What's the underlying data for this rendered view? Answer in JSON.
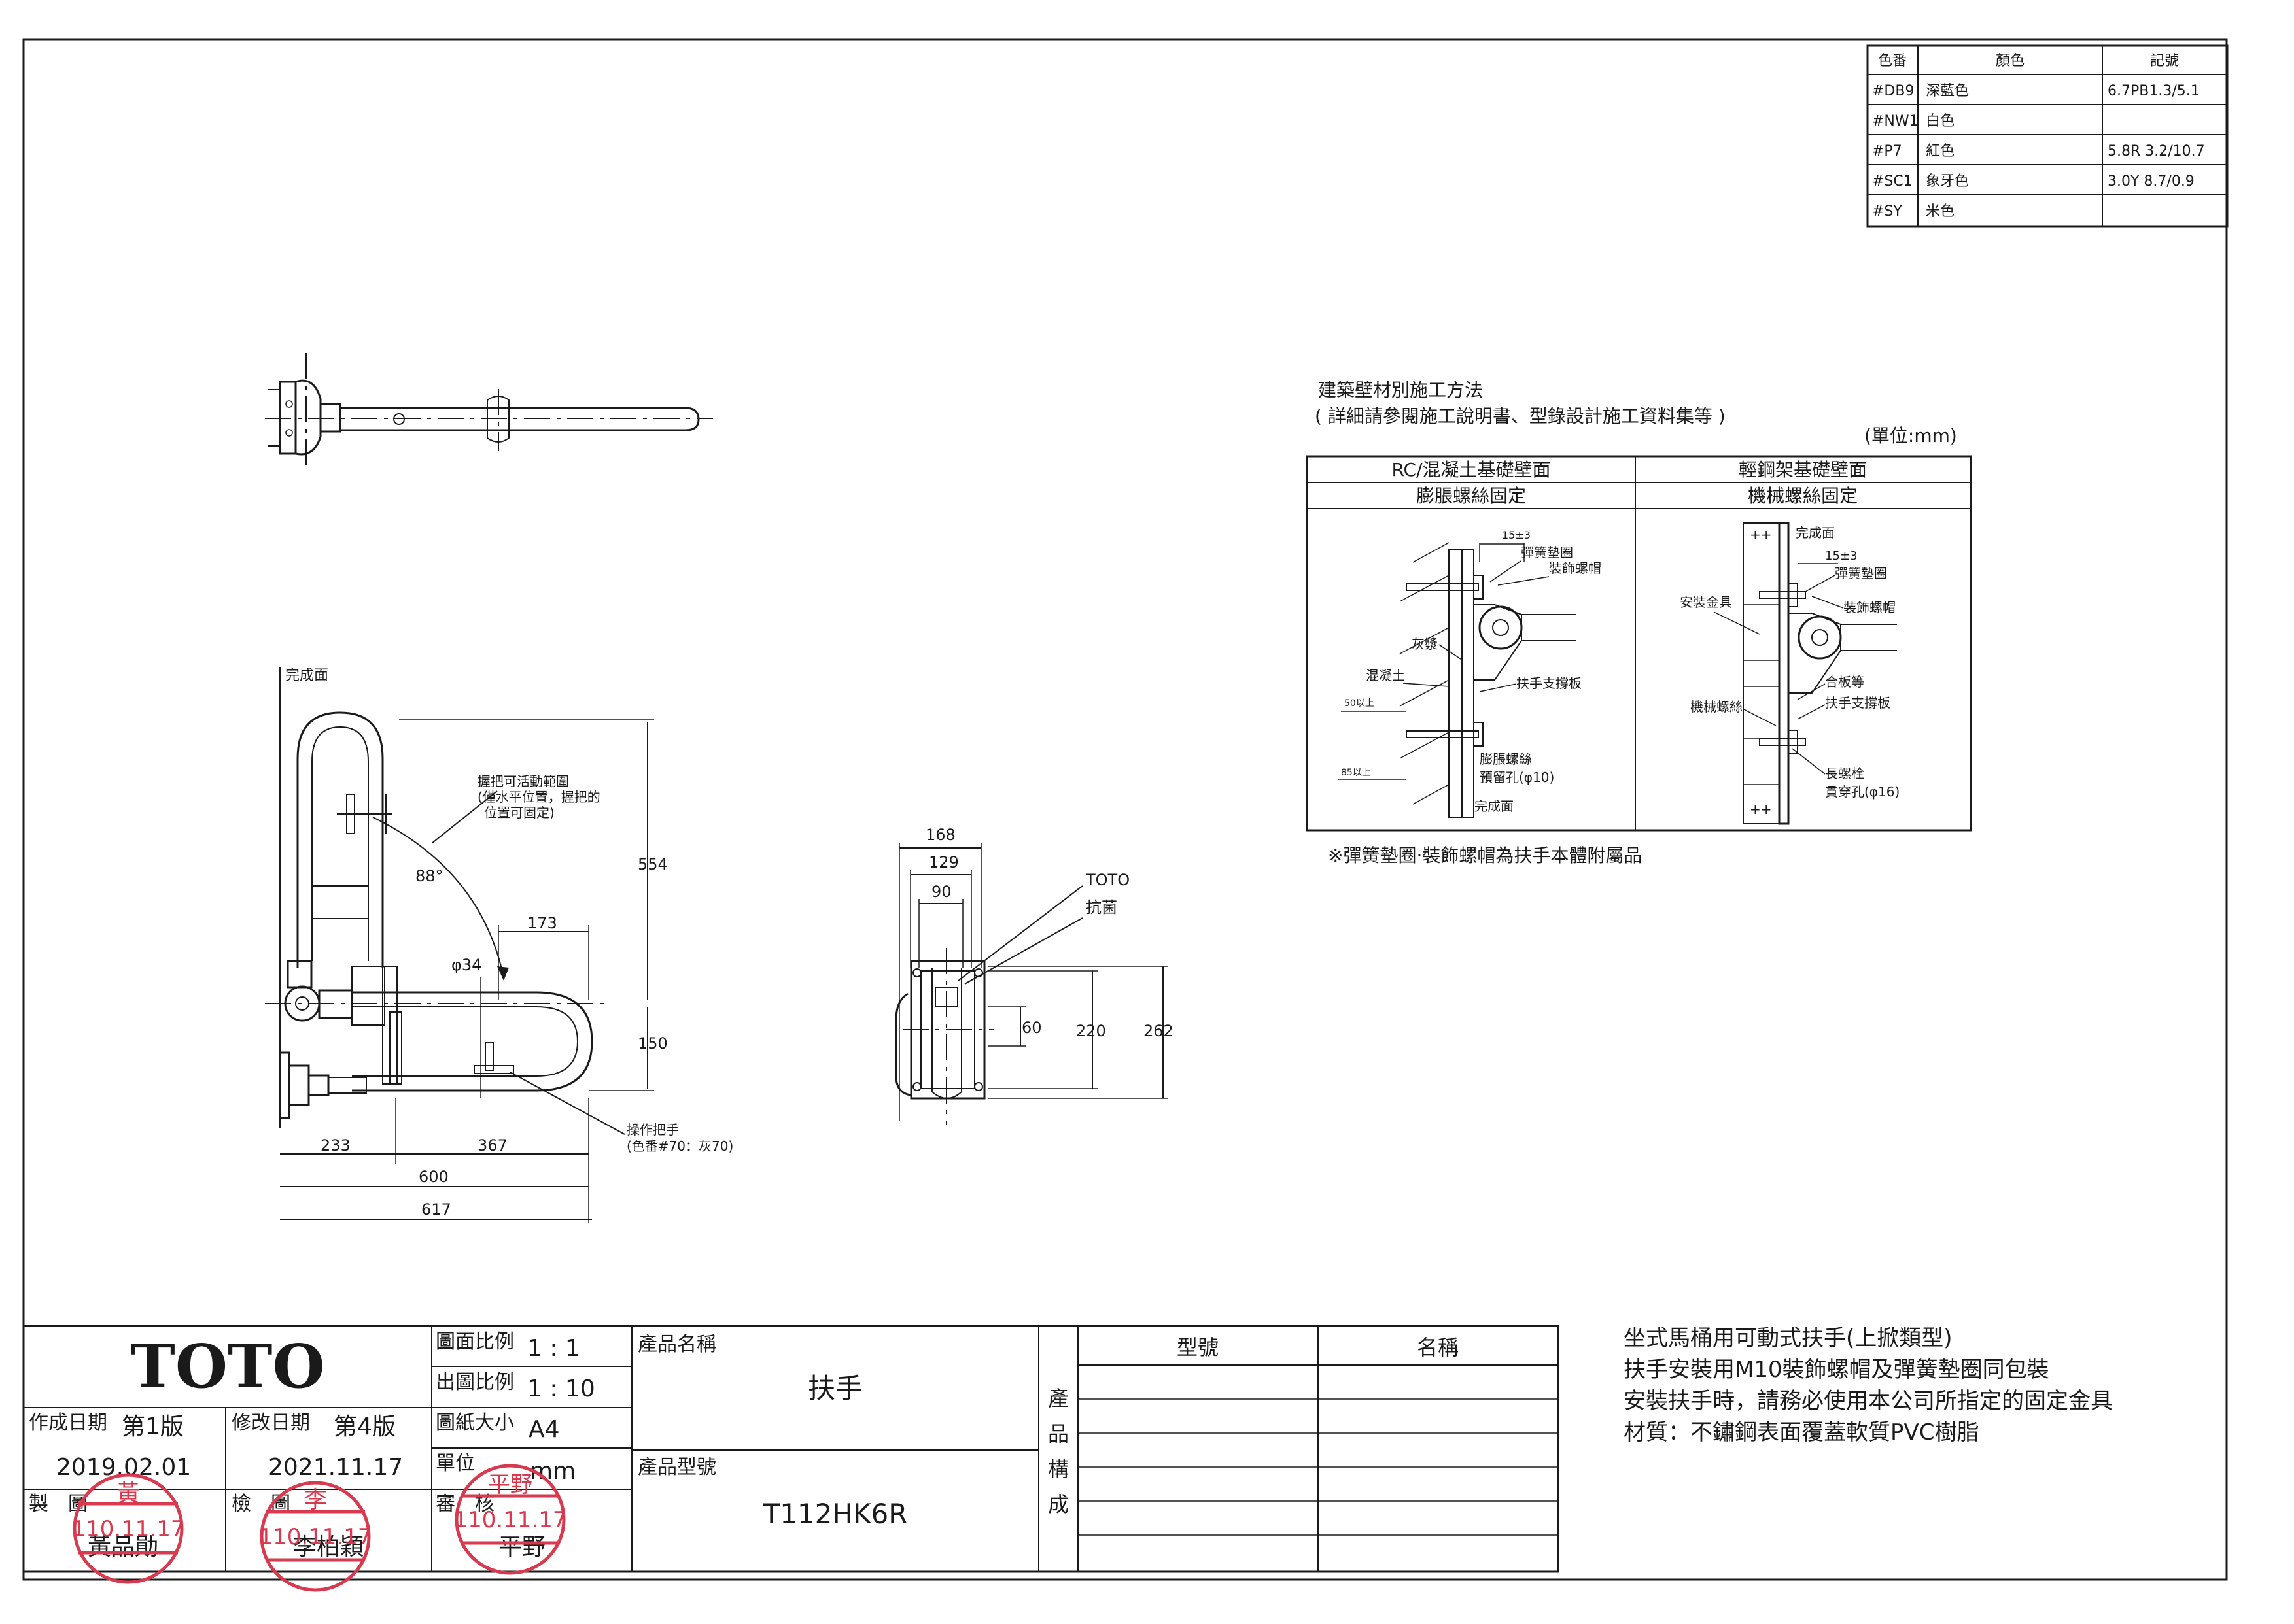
{
  "color_table": {
    "headers": [
      "色番",
      "顏色",
      "記號"
    ],
    "rows": [
      [
        "#DB9",
        "深藍色",
        "6.7PB1.3/5.1"
      ],
      [
        "#NW1",
        "白色",
        ""
      ],
      [
        "#P7",
        "紅色",
        "5.8R 3.2/10.7"
      ],
      [
        "#SC1",
        "象牙色",
        "3.0Y 8.7/0.9"
      ],
      [
        "#SY",
        "米色",
        ""
      ]
    ]
  },
  "construction": {
    "title": "建築壁材別施工方法",
    "subtitle": "( 詳細請參閱施工說明書、型錄設計施工資料集等 )",
    "unit": "(單位:mm)",
    "col1": {
      "title": "RC/混凝土基礎壁面",
      "sub": "膨脹螺絲固定",
      "labels": [
        "15±3",
        "彈簧墊圈",
        "裝飾螺帽",
        "灰漿",
        "混凝土",
        "扶手支撐板",
        "50以上",
        "85以上",
        "膨脹螺絲",
        "預留孔(φ10)",
        "完成面"
      ]
    },
    "col2": {
      "title": "輕鋼架基礎壁面",
      "sub": "機械螺絲固定",
      "labels": [
        "完成面",
        "15±3",
        "彈簧墊圈",
        "安裝金具",
        "裝飾螺帽",
        "合板等",
        "機械螺絲",
        "扶手支撐板",
        "長螺栓",
        "貫穿孔(φ16)"
      ]
    },
    "note": "※彈簧墊圈‧裝飾螺帽為扶手本體附屬品"
  },
  "side_view": {
    "finish_face": "完成面",
    "range_note": [
      "握把可活動範圍",
      "(僅水平位置，握把的",
      "位置可固定)"
    ],
    "angle": "88°",
    "dims": [
      "554",
      "173",
      "φ34",
      "150",
      "233",
      "367",
      "600",
      "617"
    ],
    "handle_note": [
      "操作把手",
      "(色番#70：灰70)"
    ]
  },
  "front_view": {
    "dims": [
      "168",
      "129",
      "90",
      "60",
      "220",
      "262"
    ],
    "labels": [
      "TOTO",
      "抗菌"
    ]
  },
  "title_block": {
    "logo": "TOTO",
    "made_date_label": "作成日期",
    "made_ver": "第1版",
    "made_date": "2019.02.01",
    "rev_date_label": "修改日期",
    "rev_ver": "第4版",
    "rev_date": "2021.11.17",
    "scale_label": "圖面比例",
    "scale": "1 : 1",
    "print_scale_label": "出圖比例",
    "print_scale": "1 : 10",
    "paper_label": "圖紙大小",
    "paper": "A4",
    "unit_label": "單位",
    "unit": "mm",
    "drawn_label": "製　圖",
    "drawn_by": "黃品勛",
    "checked_label": "檢　圖",
    "checked_by": "李柏穎",
    "approved_label": "審　核",
    "approved_by": "平野",
    "product_name_label": "產品名稱",
    "product_name": "扶手",
    "product_no_label": "產品型號",
    "product_no": "T112HK6R",
    "composition_label": [
      "產",
      "品",
      "構",
      "成"
    ],
    "model_header": "型號",
    "name_header": "名稱",
    "stamp_date": "110.11.17",
    "stamp_chars": [
      "黃",
      "李",
      "平野"
    ]
  },
  "product_notes": [
    "坐式馬桶用可動式扶手(上掀類型)",
    "扶手安裝用M10裝飾螺帽及彈簧墊圈同包裝",
    "安裝扶手時，請務必使用本公司所指定的固定金具",
    "材質：不鏽鋼表面覆蓋軟質PVC樹脂"
  ]
}
